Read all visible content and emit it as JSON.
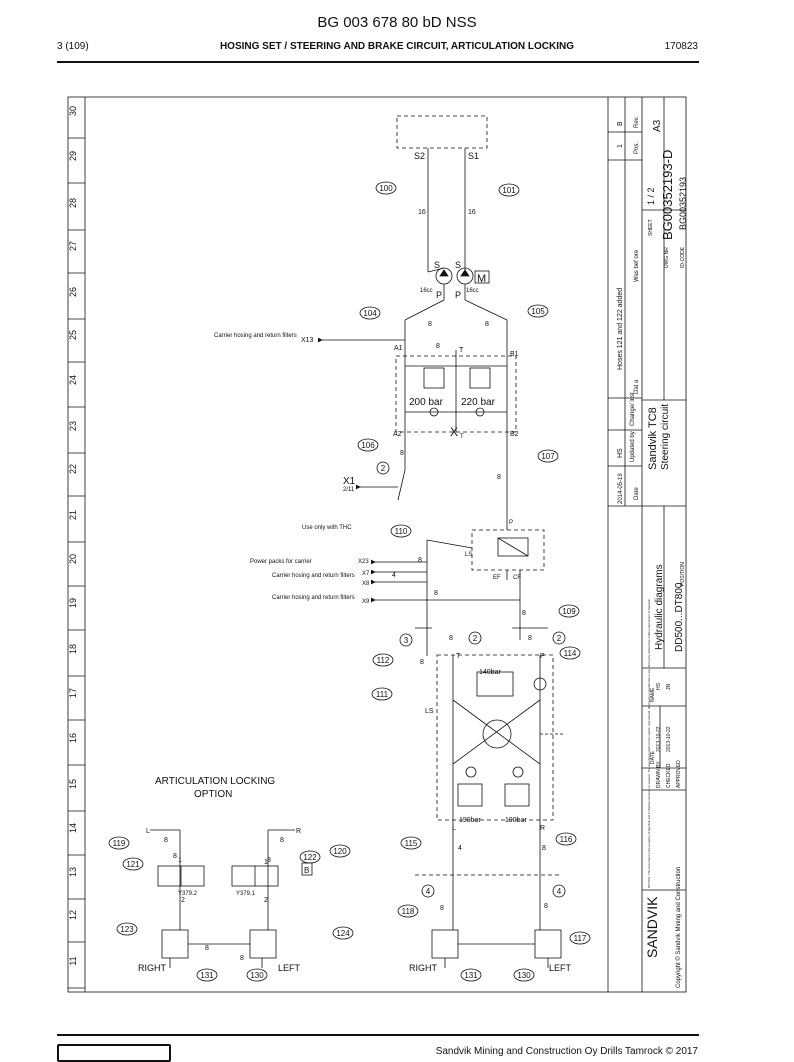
{
  "header": {
    "doc_number": "BG 003 678 80 bD NSS",
    "page": "3 (109)",
    "title": "HOSING SET / STEERING AND BRAKE CIRCUIT, ARTICULATION LOCKING",
    "date": "170823"
  },
  "footer": {
    "company": "Sandvik Mining and Construction Oy Drills Tamrock © 2017"
  },
  "zone_numbers": [
    "30",
    "29",
    "28",
    "27",
    "26",
    "25",
    "24",
    "23",
    "22",
    "21",
    "20",
    "19",
    "18",
    "17",
    "16",
    "15",
    "14",
    "13",
    "12",
    "11"
  ],
  "diagram": {
    "ports": {
      "s2": "S2",
      "s1": "S1",
      "s_left": "S",
      "s_right": "S",
      "p_left": "P",
      "p_right": "P",
      "m": "M",
      "cc_left": "16cc",
      "cc_right": "16cc",
      "a1": "A1",
      "b1": "B1",
      "a2": "A2",
      "b2": "B2",
      "t": "T",
      "xt": "X",
      "t_sub": "T",
      "ls_valve": "LS",
      "ef": "EF",
      "cf": "CF",
      "p_valve": "P",
      "t_unit": "T",
      "p_unit": "P",
      "ls_unit": "LS",
      "l_unit": "L",
      "r_unit": "R",
      "l_lock": "L",
      "r_lock": "R"
    },
    "pressures": {
      "left": "200 bar",
      "right": "220 bar",
      "relief": "140bar",
      "brake_left": "190bar",
      "brake_right": "190bar"
    },
    "hose_tags": [
      "100",
      "101",
      "104",
      "105",
      "106",
      "107",
      "110",
      "109",
      "112",
      "114",
      "111",
      "115",
      "116",
      "118",
      "117",
      "119",
      "120",
      "121",
      "122",
      "123",
      "124",
      "131",
      "130",
      "131",
      "130"
    ],
    "callouts": [
      "2",
      "2",
      "3",
      "2",
      "4",
      "4"
    ],
    "sizes": [
      "16",
      "16",
      "8",
      "8",
      "8",
      "8",
      "8",
      "8",
      "4",
      "8",
      "8",
      "8",
      "8",
      "8",
      "4",
      "8",
      "8",
      "8",
      "8",
      "8",
      "8",
      "8",
      "8",
      "8",
      "1",
      "1",
      "2",
      "2"
    ],
    "connections": {
      "x13": "X13",
      "x13_label": "Carrier hosing and return filters",
      "x1": "X1",
      "x1_sub": "2/11",
      "thc": "Use only with THC",
      "x23": "X23",
      "x23_label": "Power packs for carrier",
      "x7": "X7",
      "x7_label": "Carrier hosing and return filters",
      "x8": "X8",
      "x9": "X9",
      "x9_label": "Carrier hosing and return filters"
    },
    "valves": {
      "y379_2": "Y379.2",
      "y379_1": "Y379.1",
      "b_box": "B"
    },
    "articulation_title": "ARTICULATION LOCKING",
    "articulation_sub": "OPTION",
    "left_right": {
      "right1": "RIGHT",
      "left1": "LEFT",
      "right2": "RIGHT",
      "left2": "LEFT"
    }
  },
  "title_block": {
    "rev_b": "B",
    "rev_1": "1",
    "rev_label": "Rev.",
    "pos_label": "Pos.",
    "format": "A3",
    "change": "Hoses 121 and 122 added",
    "was": "Was bef ore",
    "sheet_label": "SHEET",
    "sheet": "1 / 2",
    "dwg_label": "DWG NR",
    "dwg": "BG00352193-D",
    "id_label": "ID-CODE",
    "id": "BG00352193",
    "date_label": "Date",
    "date": "2014-05-19",
    "updated_label": "Updated by",
    "updated": "HS",
    "change_label": "Change/ inst .",
    "data_label": "Dat a",
    "name1": "Sandvik TC8",
    "name2": "Steering circuit",
    "sub1": "Hydraulic diagrams",
    "sub2": "DD500...DT800",
    "position_label": "POSITION",
    "name_label": "NAME",
    "date2_label": "DATE",
    "drawn_label": "DRAWN BY",
    "drawn_date": "2013-10-22",
    "drawn": "HS",
    "checked_label": "CHECKED",
    "checked_date": "2013-10-22",
    "checked": "JN",
    "approved_label": "APPROVED",
    "notice": "NOTICE: This document is the property of Sandvik and it shall be returned on request. The document shall not be copied, reproduced, disclosed or transferred to any third party without the written permission of Sandvik.",
    "logo": "SANDVIK",
    "copyright": "Copyright © Sandvik Mining and Construction"
  }
}
